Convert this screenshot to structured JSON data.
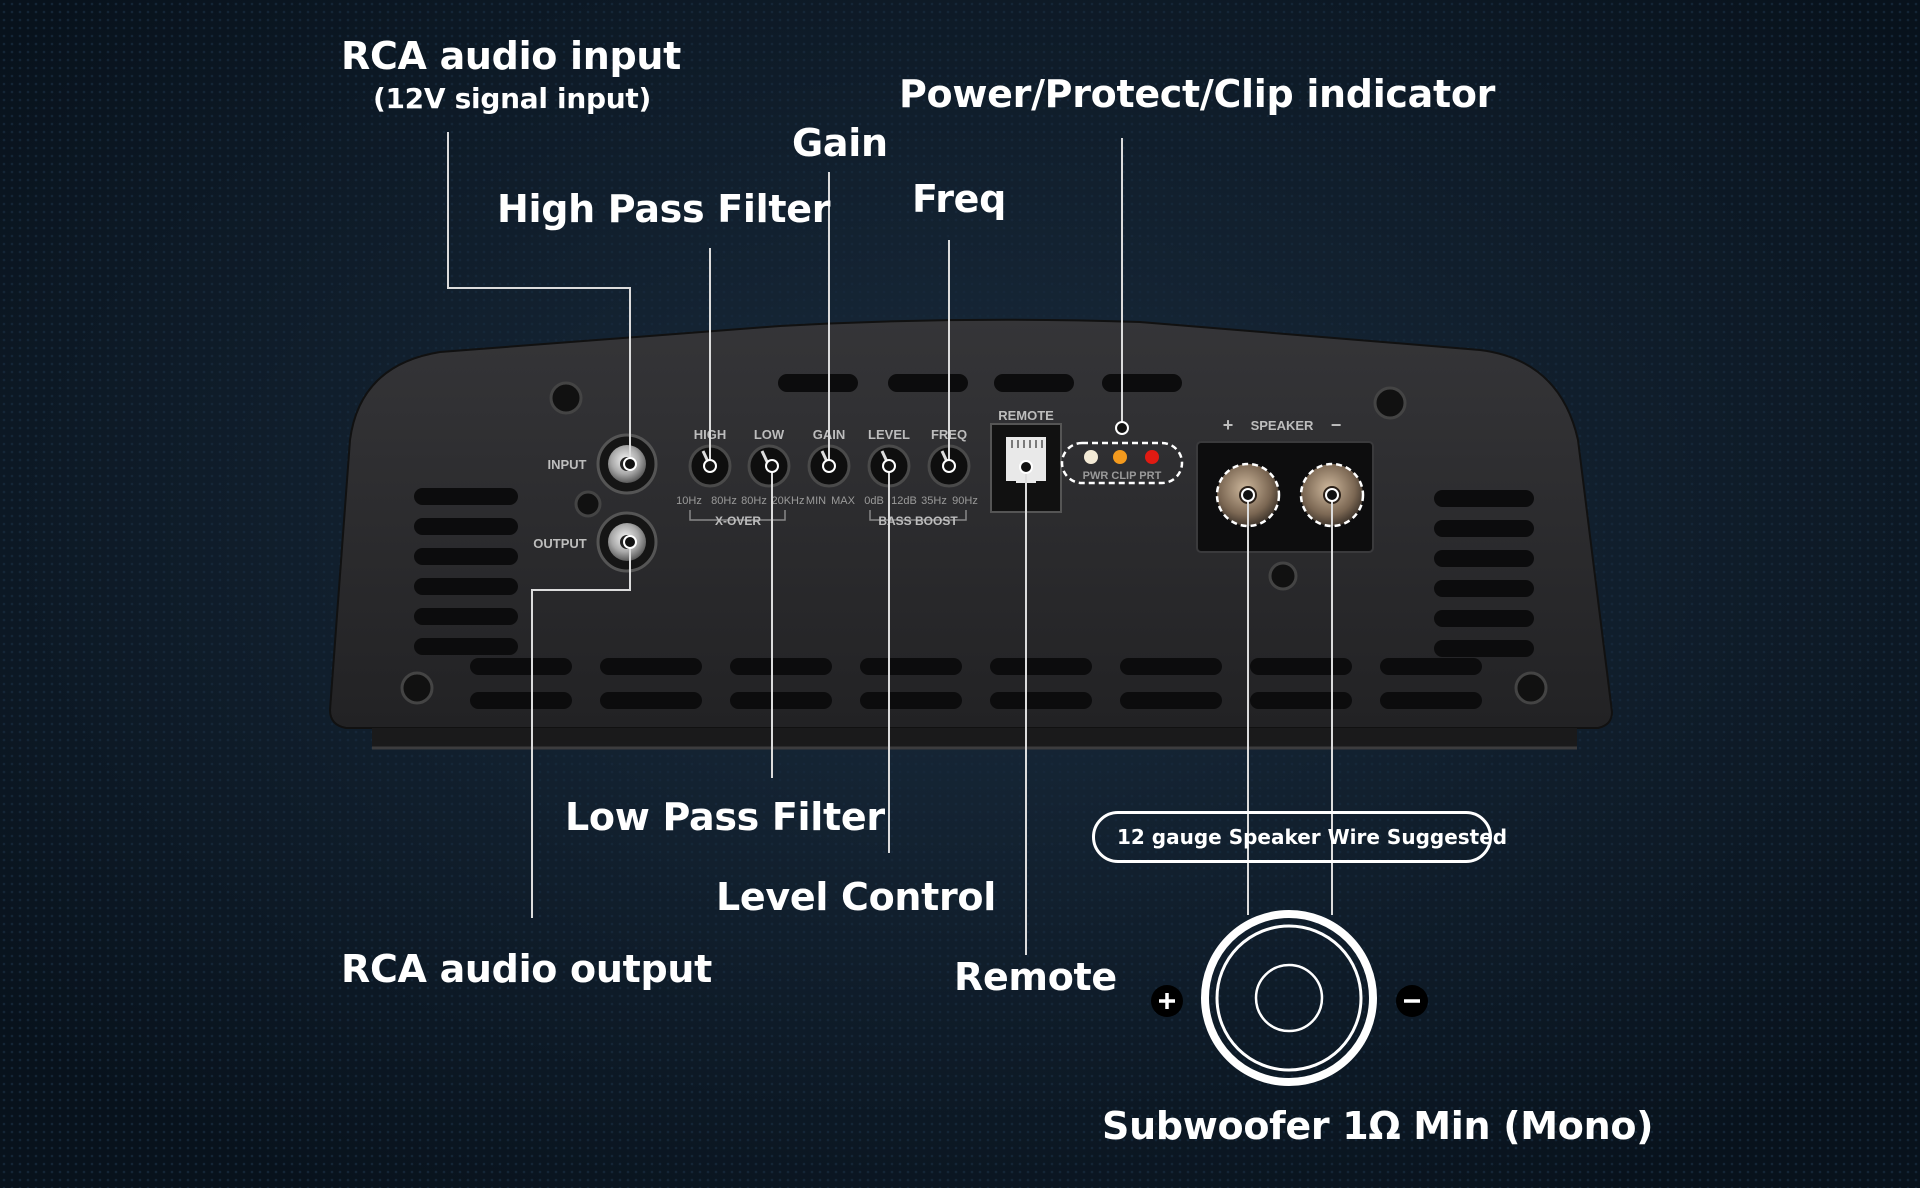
{
  "callouts": {
    "rca_input": "RCA audio input",
    "rca_input_note": "(12V signal input)",
    "high_pass": "High Pass Filter",
    "gain": "Gain",
    "freq": "Freq",
    "indicator": "Power/Protect/Clip indicator",
    "low_pass": "Low Pass Filter",
    "level": "Level Control",
    "rca_output": "RCA audio output",
    "remote": "Remote",
    "wire_note": "12 gauge Speaker Wire Suggested",
    "subwoofer": "Subwoofer 1Ω Min (Mono)"
  },
  "panel": {
    "input": "INPUT",
    "output": "OUTPUT",
    "knobs": [
      "HIGH",
      "LOW",
      "GAIN",
      "LEVEL",
      "FREQ"
    ],
    "scales": [
      "10Hz",
      "80Hz",
      "80Hz",
      "20KHz",
      "MIN",
      "MAX",
      "0dB",
      "12dB",
      "35Hz",
      "90Hz"
    ],
    "xover": "X-OVER",
    "bass_boost": "BASS BOOST",
    "remote": "REMOTE",
    "leds": "PWR CLIP PRT",
    "speaker": "SPEAKER",
    "plus": "+",
    "minus": "−"
  },
  "colors": {
    "background": "#0b1622",
    "chassis": "#2a2a2c",
    "led_power": "#f3ead6",
    "led_clip": "#f39a1e",
    "led_protect": "#e01a12"
  }
}
